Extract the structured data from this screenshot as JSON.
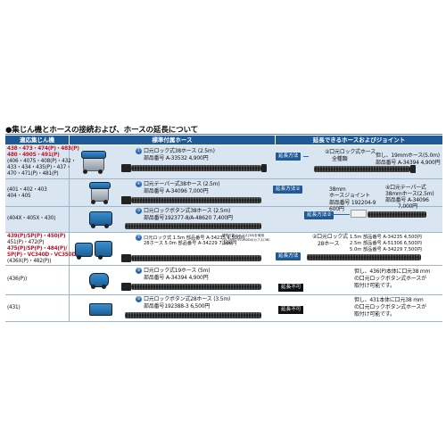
{
  "title": "●集じん機とホースの接続および、ホースの延長について",
  "headers": {
    "col1": "適応集じん機",
    "col2": "標準付属ホース",
    "col3": "延長できるホースおよびジョイント"
  },
  "rows": [
    {
      "models": [
        {
          "t": "438・473・474(P)・483(P)",
          "red": true
        },
        {
          "t": "480・490S・491(P)",
          "red": true
        },
        {
          "t": "(406・407S・408(P)・432・",
          "red": false
        },
        {
          "t": "433・434・435(P)・437・",
          "red": false
        },
        {
          "t": "470・471(P)・481(P)",
          "red": false
        }
      ]
    },
    {
      "models": [
        {
          "t": "(401・402・403",
          "red": false
        },
        {
          "t": "404・405",
          "red": false
        }
      ]
    },
    {
      "models": [
        {
          "t": "(404X・405X・430)",
          "red": false
        }
      ]
    },
    {
      "models": [
        {
          "t": "439(P)/SP(P)・450(P)",
          "red": true
        },
        {
          "t": "451(P)・472(P)",
          "red": false
        },
        {
          "t": "475(P)/SP(P)・484(P)/",
          "red": true
        },
        {
          "t": "SP(P)・VC340D・VC350D",
          "red": true
        },
        {
          "t": "(436X(P)・482(P))",
          "red": false
        }
      ]
    },
    {
      "models": [
        {
          "t": "(436(P))",
          "red": false
        }
      ]
    },
    {
      "models": [
        {
          "t": "(431)",
          "red": false
        }
      ]
    }
  ],
  "hoses": [
    {
      "num": "①",
      "l1": "口元ロック式38ホース (2.5m)",
      "l2": "部品番号 A-33532  4,900円"
    },
    {
      "num": "④",
      "l1": "口元テーパー式38ホース (2.5m)",
      "l2": "部品番号 A-34096  7,000円"
    },
    {
      "num": "⑤",
      "l1": "口元ロックボタン式38ホース (2.5m)",
      "l2": "部品番号192377-8/A-48620  7,400円"
    },
    {
      "num": "⑦",
      "l1": "口元ロック式 1.5m 部品番号 A-34235  4,500円",
      "l2": "28ホース    5.0m 部品番号 A-34229  7,500円",
      "note": "標準付属のカフス(38)を使用(VC340D,VC350Dのカフス(38)は別売)"
    },
    {
      "num": "⑧",
      "l1": "口元ロック式19ホース (5m)",
      "l2": "部品番号 A-34394  4,900円"
    },
    {
      "num": "⑩",
      "l1": "口元ロックボタン式28ホース (3.5m)",
      "l2": "部品番号192388-3  6,500円"
    }
  ],
  "ext": {
    "r1a": "②口元ロック式ホース",
    "r1b": "全種類",
    "r1c": "但し、19mmホース(5.0m)",
    "r1d": "部品番号 A-34394 4,900円",
    "r2a": "④口元テーパー式",
    "r2b": "38mmホース(2.5m)",
    "r2c": "部品番号 A-34096",
    "r2d": "7,000円",
    "joint1": "38mm",
    "joint2": "ホースジョイント",
    "joint3": "部品番号 192204-9",
    "joint4": "600円",
    "r4a": "②口元ロック式",
    "r4b": "28ホース",
    "r4c1": "1.5m 部品番号 A-34235  4,500円",
    "r4c2": "2.5m 部品番号 A-51306  6,500円",
    "r4c3": "5.0m 部品番号 A-34229  7,500円",
    "r5a": "但し、436(P)本体に口元38 mm",
    "r5b": "の口元ロックボタン式ホースが",
    "r5c": "取付け可能です。",
    "r6a": "但し、431本体に口元38 mm",
    "r6b": "の口元ロックボタン式ホースが",
    "r6c": "取付け可能です。"
  },
  "buttons": {
    "ext": "延長方法",
    "ext1": "延長方法①",
    "ext2": "延長方法②",
    "no": "延長不可"
  }
}
